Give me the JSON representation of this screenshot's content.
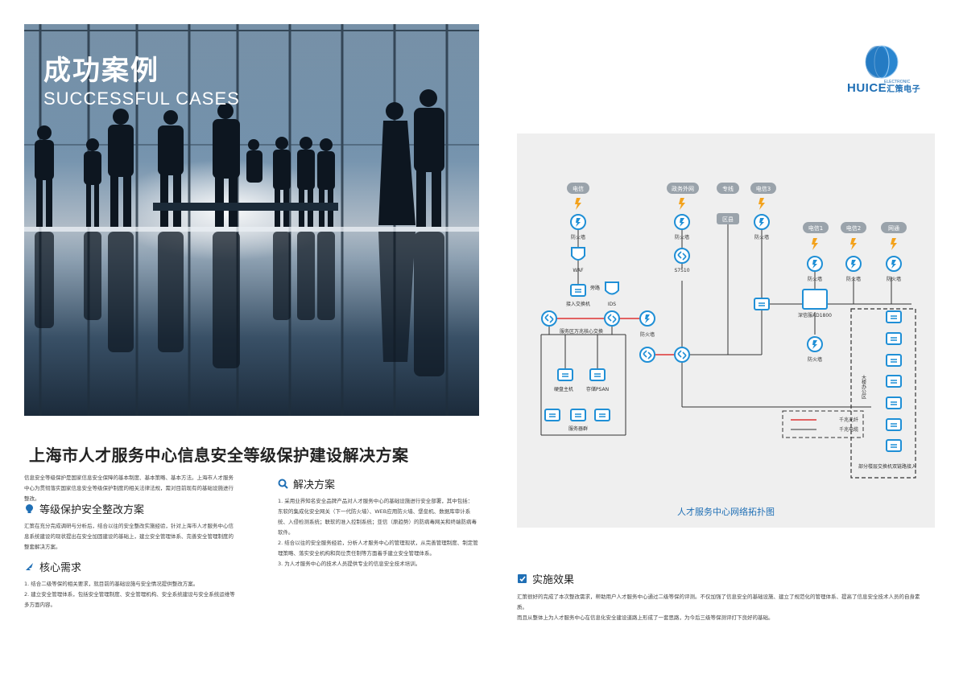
{
  "hero": {
    "title": "成功案例",
    "subtitle": "SUCCESSFUL CASES"
  },
  "logo": {
    "brand": "HUICE",
    "brand_cn": "汇策电子",
    "brand_small": "ELECTRONIC",
    "color": "#1f6fb5"
  },
  "doc": {
    "title": "上海市人才服务中心信息安全等级保护建设解决方案",
    "intro": "信息安全等级保护是国家信息安全保障的基本制度、基本策略、基本方法。上海市人才服务中心为贯彻落实国家信息安全等级保护制度的相关法律法规，需对目前现有的基础设施进行整改。",
    "section1": {
      "title": "等级保护安全整改方案",
      "body": "汇策在充分完成调研与分析后，结合以往的安全整改实施经验，针对上海市人才服务中心信息系统建设的现状提出在安全加固建设的基础上，建立安全管理体系、完善安全管理制度的整套解决方案。"
    },
    "section2": {
      "title": "核心需求",
      "items": [
        "1. 结合二级等保的相关要求，就目前的基础设施与安全情况提供整改方案。",
        "2. 建立安全管理体系，包括安全管理制度、安全管理机构、安全系统建设与安全系统运维等多方面内容。"
      ]
    },
    "section3": {
      "title": "解决方案",
      "items": [
        "1. 采用业界知名安全品牌产品对人才服务中心的基础设施进行安全部署，其中包括：",
        "东软的集成化安全网关（下一代防火墙）、WEB应用防火墙、堡垒机、数据库审计系统、入侵检测系统；联软的准入控制系统；亚信（原趋势）的防病毒网关和终端防病毒软件。",
        "2. 结合以往的安全服务经验，分析人才服务中心的管理现状，从完善管理制度、制定管理策略、落实安全机构和岗位责任制等方面着手建立安全管理体系。",
        "3. 为人才服务中心的技术人员提供专业的信息安全技术培训。"
      ]
    },
    "section4": {
      "title": "实施效果",
      "items": [
        "汇策很好的完成了本次整改需求，帮助用户人才服务中心通过二级等保的评测。不仅加强了信息安全的基础设施、建立了规范化的管理体系、提高了信息安全技术人员的自身素质。",
        "而且从整体上为人才服务中心在信息化安全建设道路上形成了一套思路，为今后三级等保测评打下良好的基础。"
      ]
    }
  },
  "diagram": {
    "caption": "人才服务中心网络拓扑图",
    "nodes": {
      "telecom": "电信",
      "gov_net": "政务外网",
      "dedicated": "专线",
      "district": "区县",
      "telecom3": "电信3",
      "telecom1": "电信1",
      "telecom2": "电信2",
      "netcom": "网通",
      "firewall": "防火墙",
      "waf": "WAF",
      "s7510": "S7510",
      "bypass": "旁路",
      "ids": "IDS",
      "access_switch": "接入交换机",
      "core_switch": "服务区万兆核心交换",
      "deep_ad": "深信服AD1800",
      "virtual_host": "硬盘主机",
      "storage": "存储PSAN",
      "server_group": "服务器群",
      "building_office": "大楼办公区",
      "floor_switch": "部分楼层交换机双链路接入",
      "gigabit_fiber": "千兆光纤",
      "gigabit_cable": "千兆电缆"
    }
  }
}
